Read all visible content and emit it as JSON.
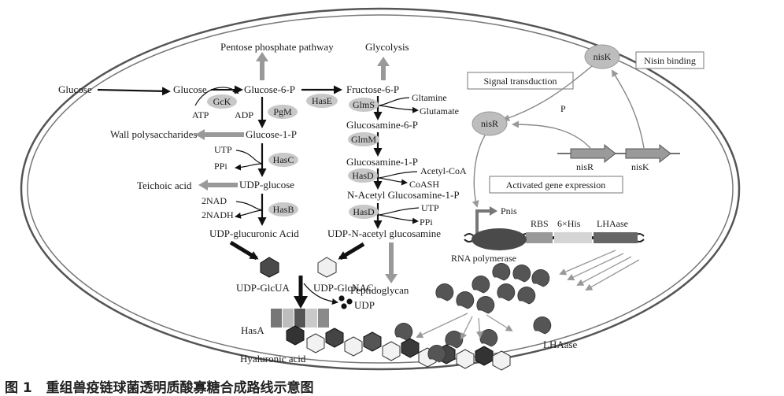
{
  "diagram": {
    "metabolites": {
      "glucose_outside": "Glucose",
      "glucose": "Glucose",
      "glucose_6p": "Glucose-6-P",
      "glucose_1p": "Glucose-1-P",
      "udp_glucose": "UDP-glucose",
      "udp_glucuronic": "UDP-glucuronic Acid",
      "udp_glcua": "UDP-GlcUA",
      "fructose_6p": "Fructose-6-P",
      "glucosamine_6p": "Glucosamine-6-P",
      "glucosamine_1p": "Glucosamine-1-P",
      "n_acetyl": "N-Acetyl Glucosamine-1-P",
      "udp_n_acetyl": "UDP-N-acetyl glucosamine",
      "udp_glcnac": "UDP-GlcNAC",
      "hyaluronic": "Hyaluronic acid",
      "udp": "UDP"
    },
    "branches": {
      "pentose": "Pentose phosphate pathway",
      "glycolysis": "Glycolysis",
      "wall": "Wall polysaccharides",
      "teichoic": "Teichoic acid",
      "peptidoglycan": "Peptidoglycan"
    },
    "cofactors": {
      "atp": "ATP",
      "adp": "ADP",
      "utp1": "UTP",
      "ppi1": "PPi",
      "nad": "2NAD",
      "nadh": "2NADH",
      "gltamine": "Gltamine",
      "glutamate": "Glutamate",
      "acetyl_coa": "Acetyl-CoA",
      "coash": "CoASH",
      "utp2": "UTP",
      "ppi2": "PPi"
    },
    "enzymes": {
      "gck": "GcK",
      "pgm": "PgM",
      "hase": "HasE",
      "glms": "GlmS",
      "glmm": "GlmM",
      "hasc": "HasC",
      "hasb": "HasB",
      "hasd1": "HasD",
      "hasd2": "HasD",
      "hasa": "HasA"
    },
    "nisin": {
      "nisk": "nisK",
      "nisr": "nisR",
      "nisin_binding": "Nisin binding",
      "signal_transduction": "Signal transduction",
      "phosphate": "P",
      "activated_gene_expression": "Activated gene expression",
      "gene_nisr": "nisR",
      "gene_nisk": "nisK",
      "pnis": "Pnis",
      "rbs": "RBS",
      "his": "6×His",
      "lhaase_gene": "LHAase",
      "rna_polymerase": "RNA polymerase",
      "lhaase_protein": "LHAase"
    }
  },
  "caption": {
    "number": "图 1",
    "title": "重组兽疫链球菌透明质酸寡糖合成路线示意图"
  }
}
